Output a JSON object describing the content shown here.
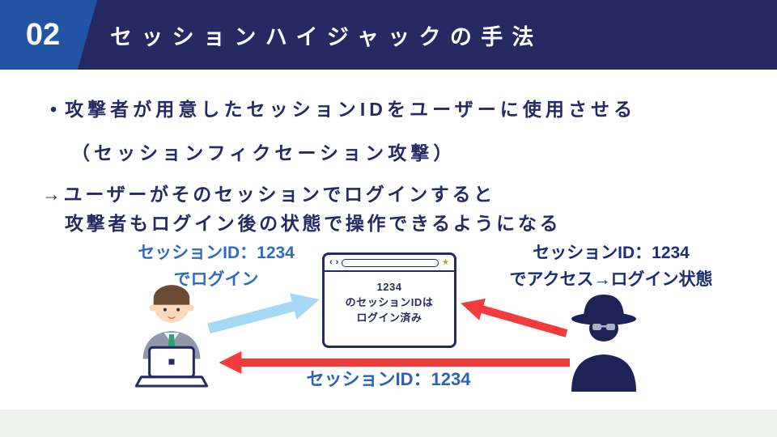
{
  "slide": {
    "number": "02",
    "title": "セッションハイジャックの手法"
  },
  "body": {
    "bullet_marker": "•",
    "bullet_main": "攻撃者が用意したセッションIDをユーザーに使用させる",
    "bullet_sub": "（セッションフィクセーション攻撃）",
    "arrow_line1": "→ユーザーがそのセッションでログインすると",
    "arrow_line2": "攻撃者もログイン後の状態で操作できるようになる"
  },
  "diagram": {
    "user_label_line1": "セッションID：1234",
    "user_label_line2": "でログイン",
    "attacker_label_line1": "セッションID：1234",
    "attacker_label_line2": "でアクセス→ログイン状態",
    "bottom_arrow_label": "セッションID：1234",
    "browser": {
      "nav_back_icon": "‹",
      "nav_forward_icon": "›",
      "star_icon": "★",
      "content_line1": "1234",
      "content_line2": "のセッションIDは",
      "content_line3": "ログイン済み"
    }
  },
  "colors": {
    "header_navy": "#262a63",
    "number_blue": "#2253a4",
    "text_navy": "#262a63",
    "label_blue": "#2e6cbe",
    "label_dark_blue": "#1d2d78",
    "arrow_light_blue": "#a5d8f5",
    "arrow_red": "#f23b3b"
  }
}
